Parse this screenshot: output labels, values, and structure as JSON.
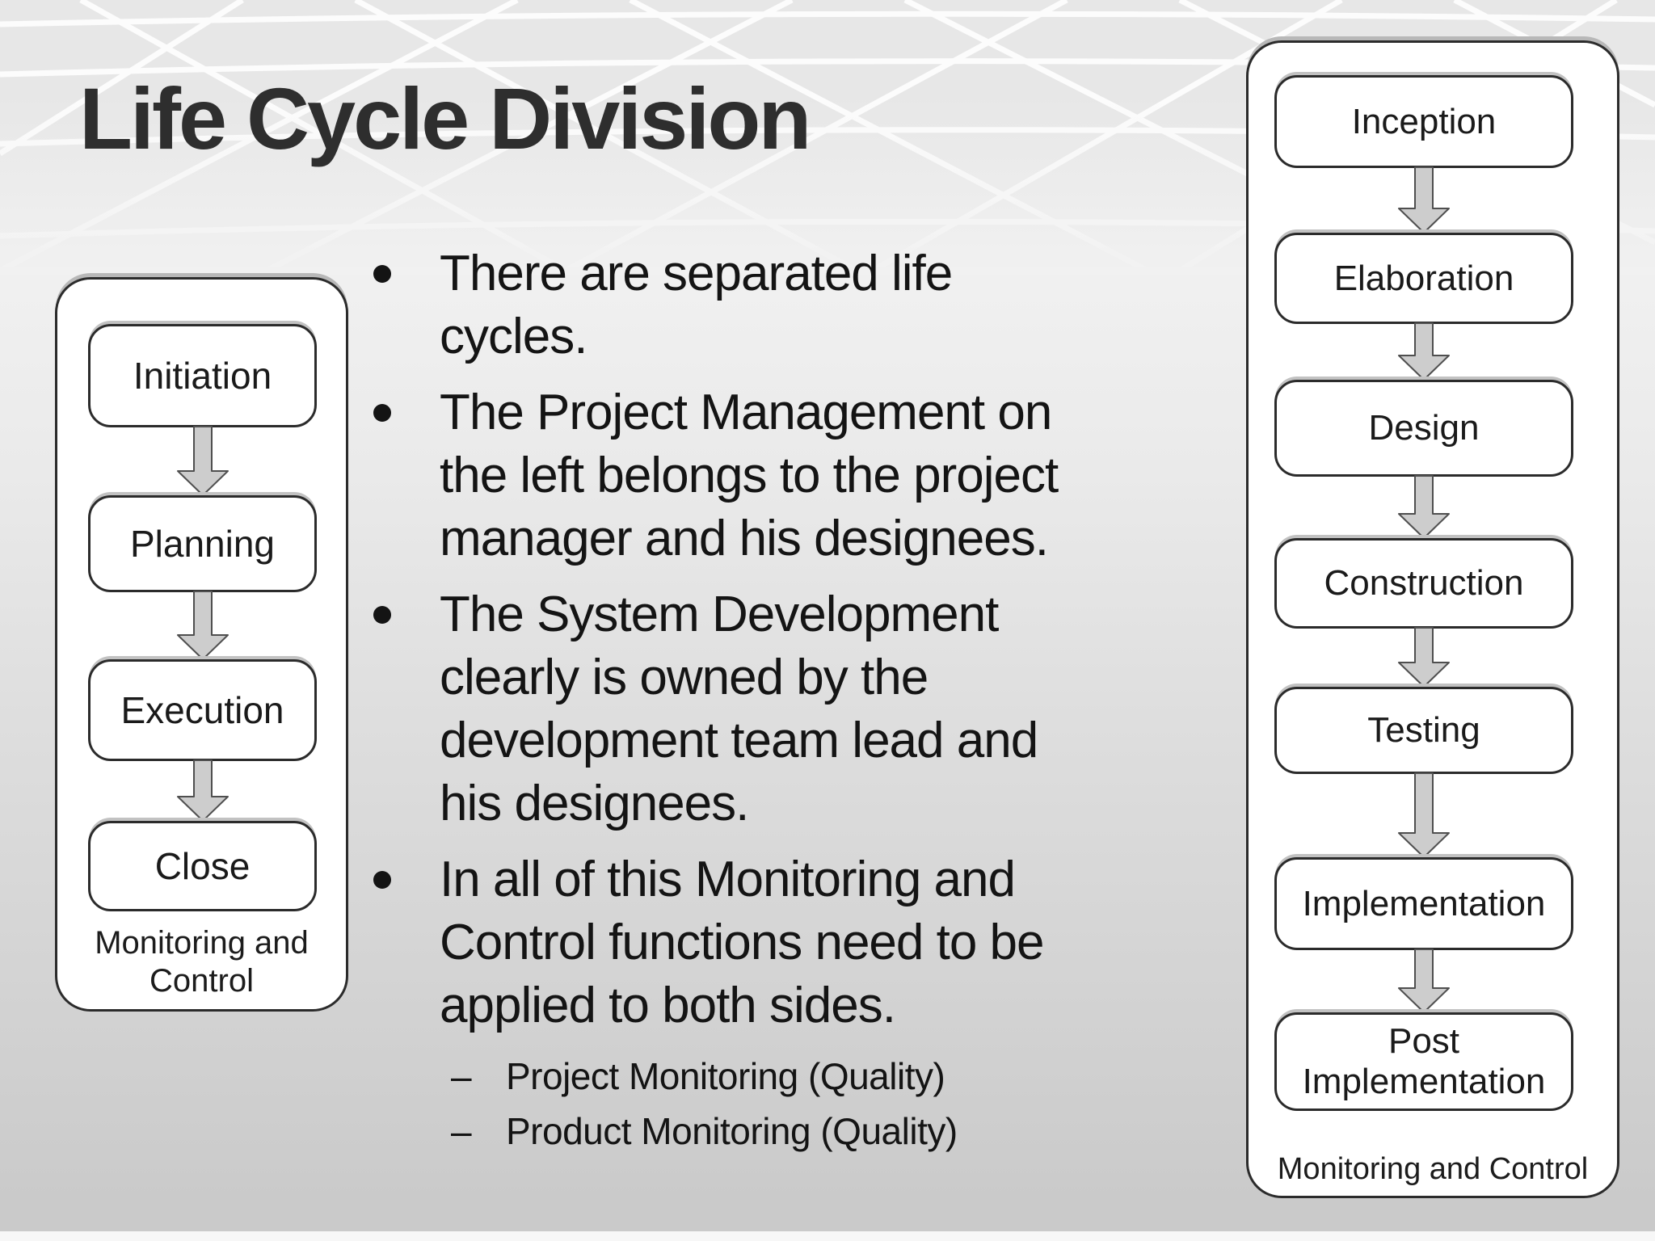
{
  "slide": {
    "title": "Life Cycle Division"
  },
  "bullets": [
    {
      "lines": [
        "There are separated life",
        "cycles."
      ]
    },
    {
      "lines": [
        "The Project Management on",
        "the left belongs to the project",
        "manager and his designees."
      ]
    },
    {
      "lines": [
        "The System Development",
        "clearly is owned by the",
        "development team lead and",
        "his designees."
      ]
    },
    {
      "lines": [
        "In all of this Monitoring and",
        "Control functions need to be",
        "applied to both sides."
      ]
    }
  ],
  "sub_bullets": [
    "Project Monitoring (Quality)",
    "Product Monitoring (Quality)"
  ],
  "left_flow": {
    "stages": [
      "Initiation",
      "Planning",
      "Execution",
      "Close"
    ],
    "caption_lines": [
      "Monitoring and",
      "Control"
    ]
  },
  "right_flow": {
    "stages": [
      "Inception",
      "Elaboration",
      "Design",
      "Construction",
      "Testing",
      "Implementation",
      "Post Implementation"
    ],
    "caption": "Monitoring and Control"
  },
  "colors": {
    "title_text": "#2e2e2e",
    "body_text": "#141414",
    "box_fill": "#ffffff",
    "box_border": "#2b2b2b",
    "arrow_fill": "#cdcdcd",
    "arrow_stroke": "#4f4f4f",
    "caption_text": "#1c1c1c",
    "background_top": "#f0f0f0",
    "background_bottom": "#cacaca",
    "grid_tile": "#e7e7e7",
    "grid_line": "#ffffff"
  }
}
